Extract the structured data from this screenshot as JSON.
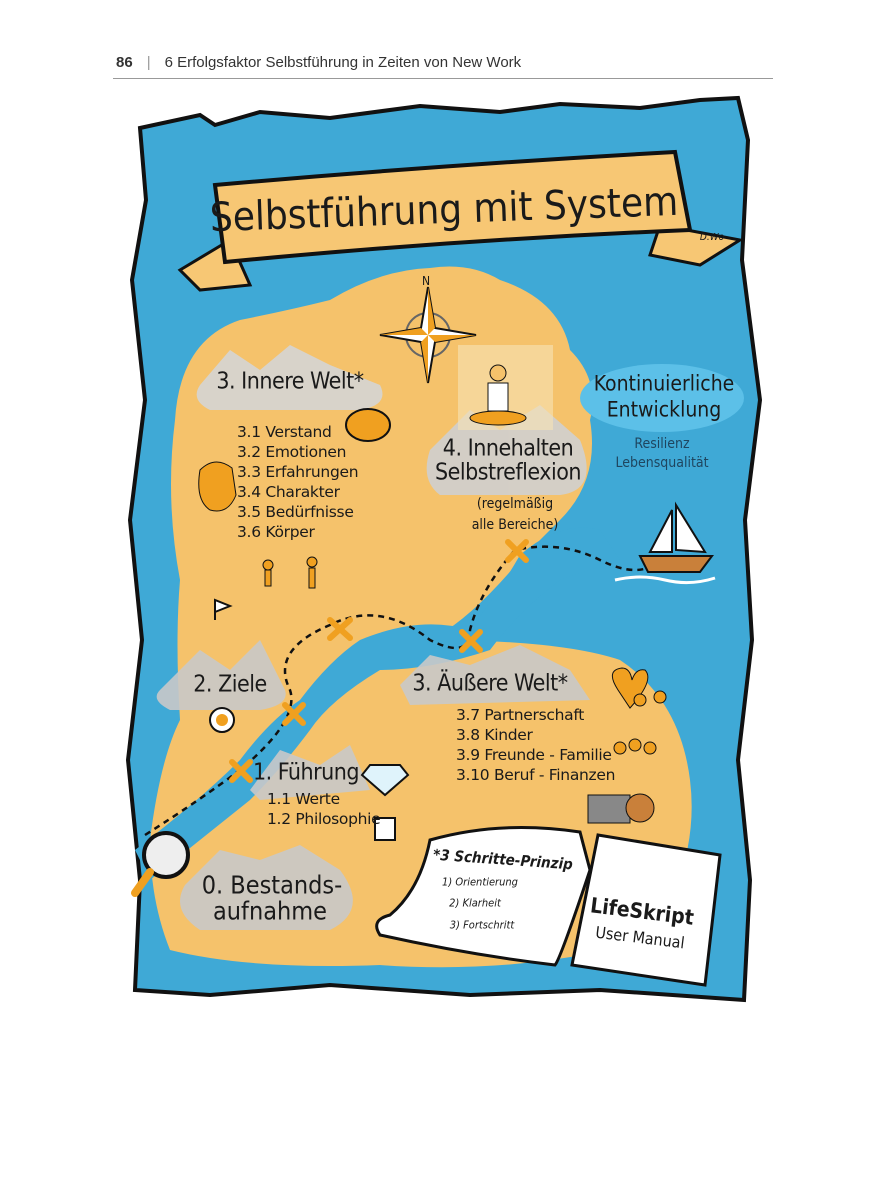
{
  "header": {
    "page_number": "86",
    "chapter": "6  Erfolgsfaktor Selbstführung in Zeiten von New Work"
  },
  "map": {
    "title": "Selbstführung mit System",
    "signature": "D.Wo",
    "compass_north": "N",
    "inner_world": {
      "heading": "3. Innere Welt*",
      "items": [
        "3.1  Verstand",
        "3.2 Emotionen",
        "3.3 Erfahrungen",
        "3.4 Charakter",
        "3.5 Bedürfnisse",
        "3.6 Körper"
      ]
    },
    "pause": {
      "line1": "4. Innehalten",
      "line2": "Selbstreflexion",
      "note1": "(regelmäßig",
      "note2": "alle Bereiche)"
    },
    "development": {
      "line1": "Kontinuierliche",
      "line2": "Entwicklung",
      "sub1": "Resilienz",
      "sub2": "Lebensqualität"
    },
    "goals": {
      "heading": "2. Ziele"
    },
    "outer_world": {
      "heading": "3. Äußere Welt*",
      "items": [
        "3.7 Partnerschaft",
        "3.8 Kinder",
        "3.9 Freunde - Familie",
        "3.10 Beruf - Finanzen"
      ]
    },
    "leadership": {
      "heading": "1. Führung",
      "items": [
        "1.1 Werte",
        "1.2 Philosophie"
      ]
    },
    "inventory": {
      "line1": "0. Bestands-",
      "line2": "aufnahme"
    },
    "three_steps": {
      "title": "*3 Schritte-Prinzip",
      "steps": [
        "1) Orientierung",
        "2) Klarheit",
        "3) Fortschritt"
      ]
    },
    "manual": {
      "title": "LifeSkript",
      "subtitle": "User Manual"
    },
    "colors": {
      "sea": "#3fa9d6",
      "land": "#f5c26b",
      "accent": "#f0a020",
      "banner": "#f7c774",
      "cloud": "#c9c9c9"
    }
  }
}
